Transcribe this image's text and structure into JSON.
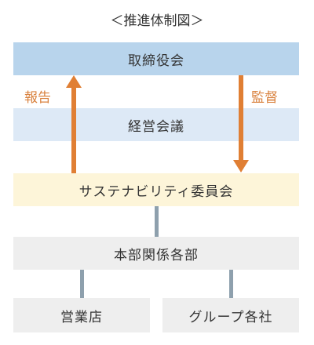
{
  "title": "＜推進体制図＞",
  "nodes": {
    "board": "取締役会",
    "management": "経営会議",
    "sustainability": "サステナビリティ委員会",
    "departments": "本部関係各部",
    "branches": "営業店",
    "group": "グループ各社"
  },
  "edges": {
    "report": "報告",
    "supervise": "監督"
  },
  "colors": {
    "board_fill": "#b8d4ec",
    "management_fill": "#dde9f6",
    "sustainability_fill": "#fdf5d9",
    "department_fill": "#eeeeee",
    "arrow": "#e07f34",
    "connector": "#8ea0ad"
  }
}
